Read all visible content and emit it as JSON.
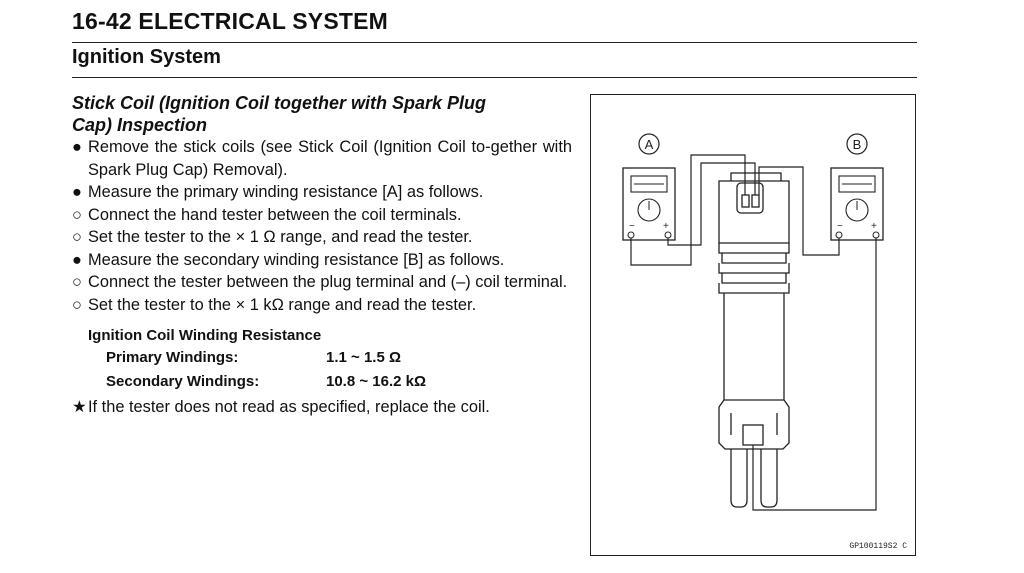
{
  "page_header": "16-42 ELECTRICAL SYSTEM",
  "section_title": "Ignition System",
  "subsection": {
    "title_line1": "Stick Coil (Ignition Coil together with Spark Plug",
    "title_line2": "Cap) Inspection"
  },
  "steps": [
    {
      "marker": "●",
      "text": "Remove the stick coils (see Stick Coil (Ignition Coil to-gether with Spark Plug Cap) Removal)."
    },
    {
      "marker": "●",
      "text": "Measure the primary winding resistance [A] as follows."
    },
    {
      "marker": "○",
      "text": "Connect the hand tester between the coil terminals."
    },
    {
      "marker": "○",
      "text": "Set the tester to the × 1 Ω range, and read the tester."
    },
    {
      "marker": "●",
      "text": "Measure the secondary winding resistance [B] as follows."
    },
    {
      "marker": "○",
      "text": "Connect the tester between the plug terminal and (–) coil terminal."
    },
    {
      "marker": "○",
      "text": "Set the tester to the × 1 kΩ range and read the tester."
    }
  ],
  "spec": {
    "title": "Ignition Coil Winding Resistance",
    "rows": [
      {
        "label": "Primary Windings:",
        "value": "1.1 ~ 1.5 Ω"
      },
      {
        "label": "Secondary Windings:",
        "value": "10.8 ~ 16.2 kΩ"
      }
    ]
  },
  "final_step": {
    "marker": "★",
    "text": "If the tester does not read as specified, replace the coil."
  },
  "figure": {
    "label_a": "A",
    "label_b": "B",
    "minus_sign": "−",
    "plus_sign": "+",
    "figure_code": "GP100119S2 C"
  }
}
